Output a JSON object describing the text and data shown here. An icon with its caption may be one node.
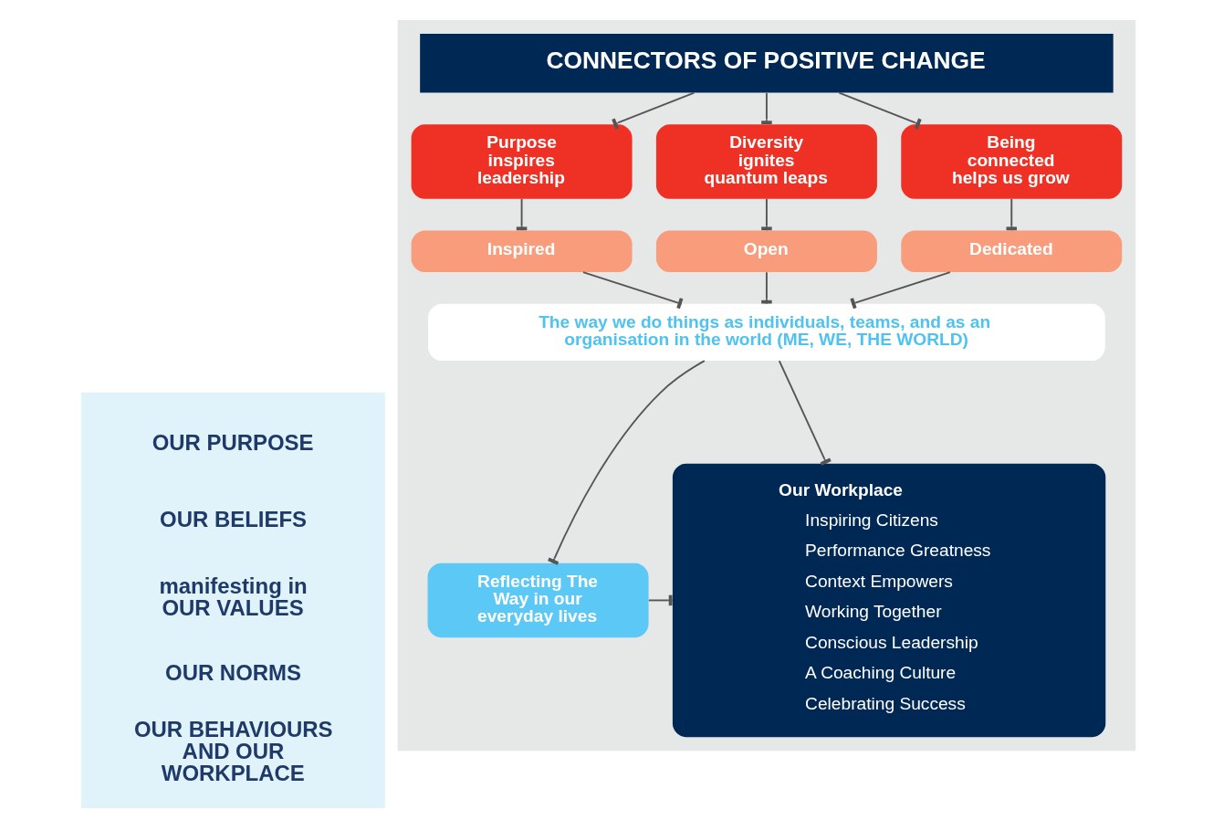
{
  "diagram": {
    "nodes": [
      {
        "text": [
          "OUR PURPOSE",
          "OUR BELIEFS",
          "manifesting in OUR VALUES",
          "OUR NORMS",
          "OUR BEHAVIOURS AND OUR WORKPLACE"
        ]
      },
      {
        "text": [],
        "shape": "box"
      },
      {
        "text": [
          "CONNECTORS OF POSITIVE CHANGE"
        ],
        "in": 1
      },
      {
        "text": [
          "Purpose inspires leadership"
        ],
        "in": 1
      },
      {
        "text": [
          "Diversity ignites quantum leaps"
        ],
        "in": 1
      },
      {
        "text": [
          "Being connected helps us grow"
        ],
        "in": 1
      },
      {
        "text": [
          "Inspired"
        ],
        "in": 1
      },
      {
        "text": [
          "Open"
        ],
        "in": 1
      },
      {
        "text": [
          "Dedicated"
        ],
        "in": 1
      },
      {
        "text": [
          "The way we do things as individuals, teams, and as an organisation in the world (ME, WE, THE WORLD)"
        ],
        "in": 1
      },
      {
        "text": [
          "Reflecting The Way in our everyday lives"
        ],
        "in": 1
      },
      {
        "text": [
          "Our Workplace",
          "Inspiring Citizens",
          "Performance Greatness",
          "Context Empowers",
          "Working Together",
          "Conscious Leadership",
          "A Coaching Culture",
          "Celebrating Success"
        ],
        "in": 1
      }
    ],
    "edges": [
      {
        "from": 2,
        "to": 3,
        "arrow": "other"
      },
      {
        "from": 2,
        "to": 4,
        "arrow": "other"
      },
      {
        "from": 2,
        "to": 5,
        "arrow": "other"
      },
      {
        "from": 3,
        "to": 6,
        "arrow": "other"
      },
      {
        "from": 4,
        "to": 7,
        "arrow": "other"
      },
      {
        "from": 5,
        "to": 8,
        "arrow": "other"
      },
      {
        "from": 6,
        "to": 9,
        "arrow": "other"
      },
      {
        "from": 7,
        "to": 9,
        "arrow": "other"
      },
      {
        "from": 8,
        "to": 9,
        "arrow": "other"
      },
      {
        "from": 9,
        "to": 10,
        "arrow": "other"
      },
      {
        "from": 9,
        "to": 11,
        "arrow": "other"
      },
      {
        "from": 10,
        "to": 11,
        "arrow": "other"
      }
    ]
  }
}
